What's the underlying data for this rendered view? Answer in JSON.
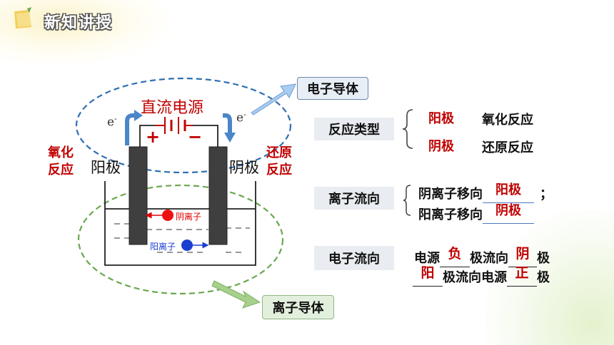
{
  "header": {
    "title": "新知讲授"
  },
  "diagram": {
    "power_source": "直流电源",
    "plus": "+",
    "minus": "−",
    "e_left": "e",
    "e_right": "e",
    "e_sup": "-",
    "anode_label": "阳极",
    "cathode_label": "阴极",
    "left_reaction": [
      "氧化",
      "反应"
    ],
    "right_reaction": [
      "还原",
      "反应"
    ],
    "anion_label": "阴离子",
    "cation_label": "阳离子"
  },
  "callouts": {
    "electron_conductor": "电子导体",
    "ion_conductor": "离子导体"
  },
  "reaction_type": {
    "label": "反应类型",
    "rows": [
      {
        "electrode": "阳极",
        "reaction": "氧化反应"
      },
      {
        "electrode": "阴极",
        "reaction": "还原反应"
      }
    ]
  },
  "ion_flow": {
    "label": "离子流向",
    "line1": {
      "text": "阴离子移向",
      "answer": "阳极",
      "tail": "；"
    },
    "line2": {
      "text": "阳离子移向",
      "answer": "阴极"
    }
  },
  "electron_flow": {
    "label": "电子流向",
    "line1": {
      "p1": "电源",
      "a1": "负",
      "p2": "极流向",
      "a2": "阴",
      "p3": "极"
    },
    "line2": {
      "a1": "阳",
      "p1": "极流向电源",
      "a2": "正",
      "p2": "极"
    }
  },
  "colors": {
    "accent_red": "#c00000",
    "electrode": "#3f3f3f",
    "blue_dash": "#2e6fb3",
    "green_dash": "#6aa84f"
  }
}
